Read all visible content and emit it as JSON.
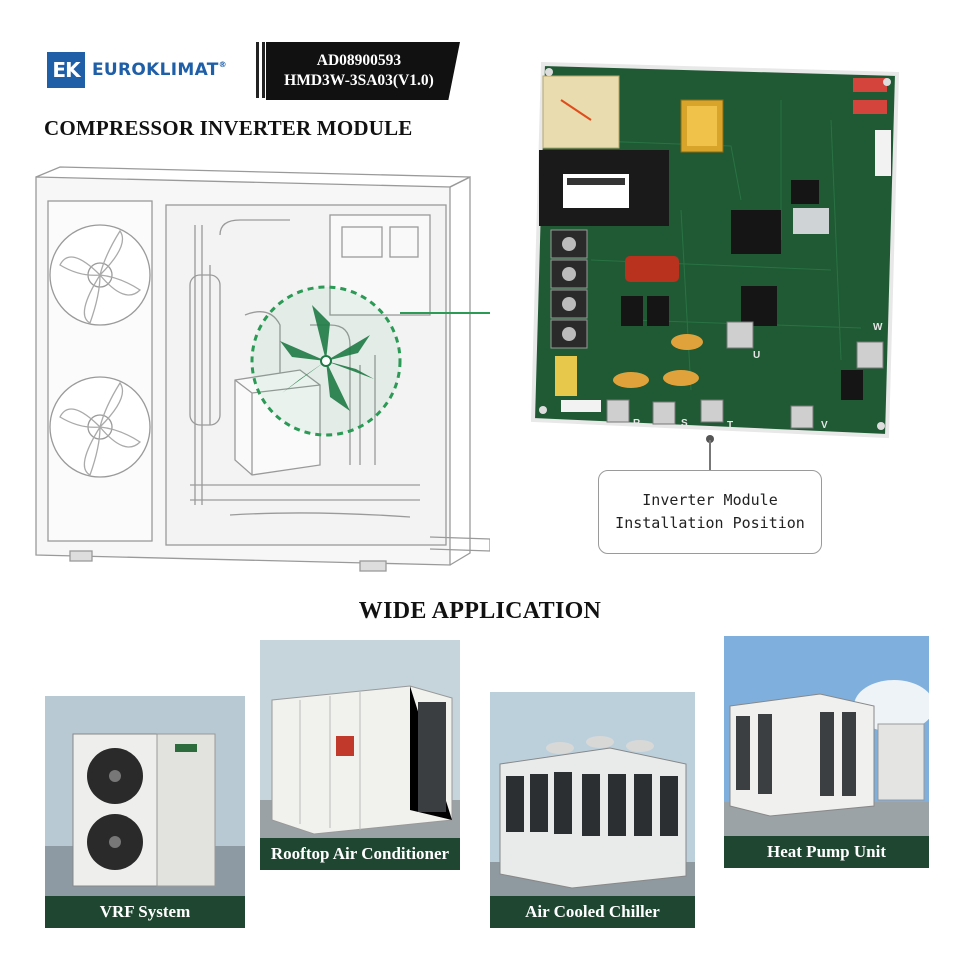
{
  "brand": {
    "logo_mark": "EK",
    "name": "EUROKLIMAT",
    "registered": "®",
    "colors": {
      "brand_blue": "#1f5fa8",
      "label_green": "#1e4630",
      "pcb_green": "#1f5a34",
      "highlight_green": "#2a9a55"
    }
  },
  "part": {
    "code": "AD08900593",
    "model": "HMD3W-3SA03(V1.0)"
  },
  "module_title": "COMPRESSOR INVERTER MODULE",
  "callout": {
    "line1": "Inverter Module",
    "line2": "Installation Position"
  },
  "section_title": "WIDE APPLICATION",
  "applications": [
    {
      "label": "VRF System"
    },
    {
      "label": "Rooftop Air Conditioner"
    },
    {
      "label": "Air Cooled Chiller"
    },
    {
      "label": "Heat Pump Unit"
    }
  ],
  "icons": [
    "outdoor-unit-drawing",
    "pcb-board-image",
    "vrf-photo",
    "rooftop-photo",
    "chiller-photo",
    "heat-pump-photo"
  ]
}
